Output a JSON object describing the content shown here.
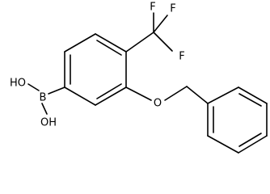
{
  "structure": {
    "atom_labels": {
      "hydroxyl_top": "HO",
      "boron": "B",
      "hydroxyl_bottom": "OH",
      "ether_oxygen": "O",
      "fluorine_top_left": "F",
      "fluorine_top_right": "F",
      "fluorine_right": "F"
    },
    "colors": {
      "bond": "#000000",
      "label": "#000000",
      "background": "#ffffff"
    }
  }
}
